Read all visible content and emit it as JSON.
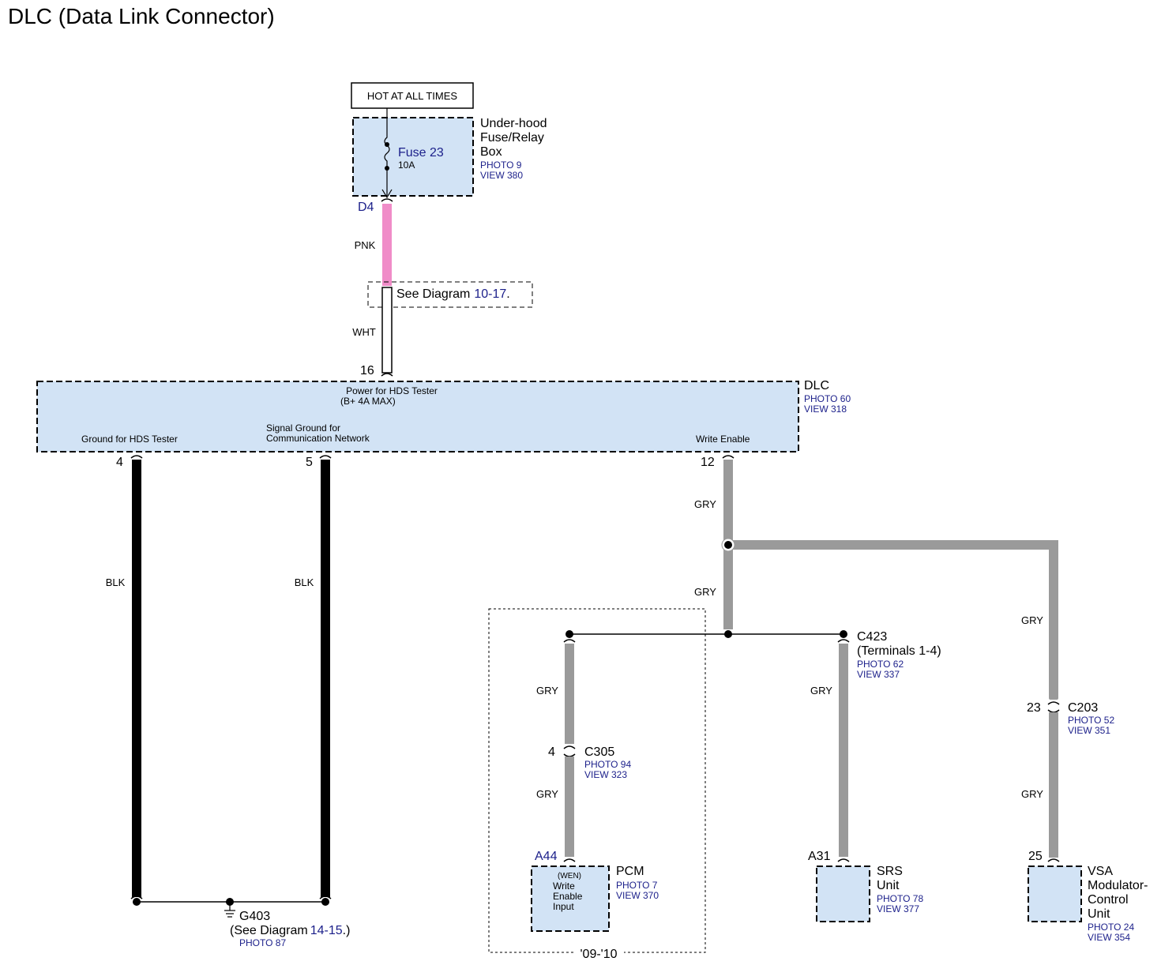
{
  "title": "DLC (Data Link Connector)",
  "hot_label": "HOT AT ALL TIMES",
  "fuse_box": {
    "name_lines": [
      "Under-hood",
      "Fuse/Relay",
      "Box"
    ],
    "photo": "PHOTO 9",
    "view": "VIEW 380",
    "fuse_name": "Fuse 23",
    "fuse_rating": "10A",
    "pin": "D4"
  },
  "wire_pnk": "PNK",
  "see_diagram": {
    "text": "See Diagram",
    "ref": "10-17",
    "period": "."
  },
  "wire_wht": "WHT",
  "dlc": {
    "name": "DLC",
    "photo": "PHOTO 60",
    "view": "VIEW 318",
    "pin_power": "16",
    "power_lines": [
      "Power for HDS Tester",
      "(B+ 4A MAX)"
    ],
    "ground_label": "Ground for HDS Tester",
    "signal_ground_lines": [
      "Signal Ground for",
      "Communication Network"
    ],
    "write_enable": "Write Enable",
    "pin_ground": "4",
    "pin_signal": "5",
    "pin_write": "12"
  },
  "wire_blk": "BLK",
  "wire_gry": "GRY",
  "ground": {
    "name": "G403",
    "see_text": "(See Diagram",
    "ref": "14-15",
    "close": ".)",
    "photo": "PHOTO 87"
  },
  "c423": {
    "name": "C423",
    "terminals": "(Terminals 1-4)",
    "photo": "PHOTO 62",
    "view": "VIEW 337"
  },
  "c305": {
    "name": "C305",
    "pin": "4",
    "photo": "PHOTO 94",
    "view": "VIEW 323"
  },
  "c203": {
    "name": "C203",
    "pin": "23",
    "photo": "PHOTO 52",
    "view": "VIEW 351"
  },
  "pcm": {
    "name": "PCM",
    "pin": "A44",
    "photo": "PHOTO 7",
    "view": "VIEW 370",
    "inner_lines": [
      "(WEN)",
      "Write",
      "Enable",
      "Input"
    ]
  },
  "srs": {
    "name_lines": [
      "SRS",
      "Unit"
    ],
    "pin": "A31",
    "photo": "PHOTO 78",
    "view": "VIEW 377"
  },
  "vsa": {
    "name_lines": [
      "VSA",
      "Modulator-",
      "Control",
      "Unit"
    ],
    "pin": "25",
    "photo": "PHOTO 24",
    "view": "VIEW 354"
  },
  "year_label": "'09-'10",
  "colors": {
    "pnk": "#f08cc8",
    "gry": "#9a9a9a",
    "blk": "#000000",
    "box_fill": "#d2e3f5",
    "ref_blue": "#1b1f8a"
  }
}
